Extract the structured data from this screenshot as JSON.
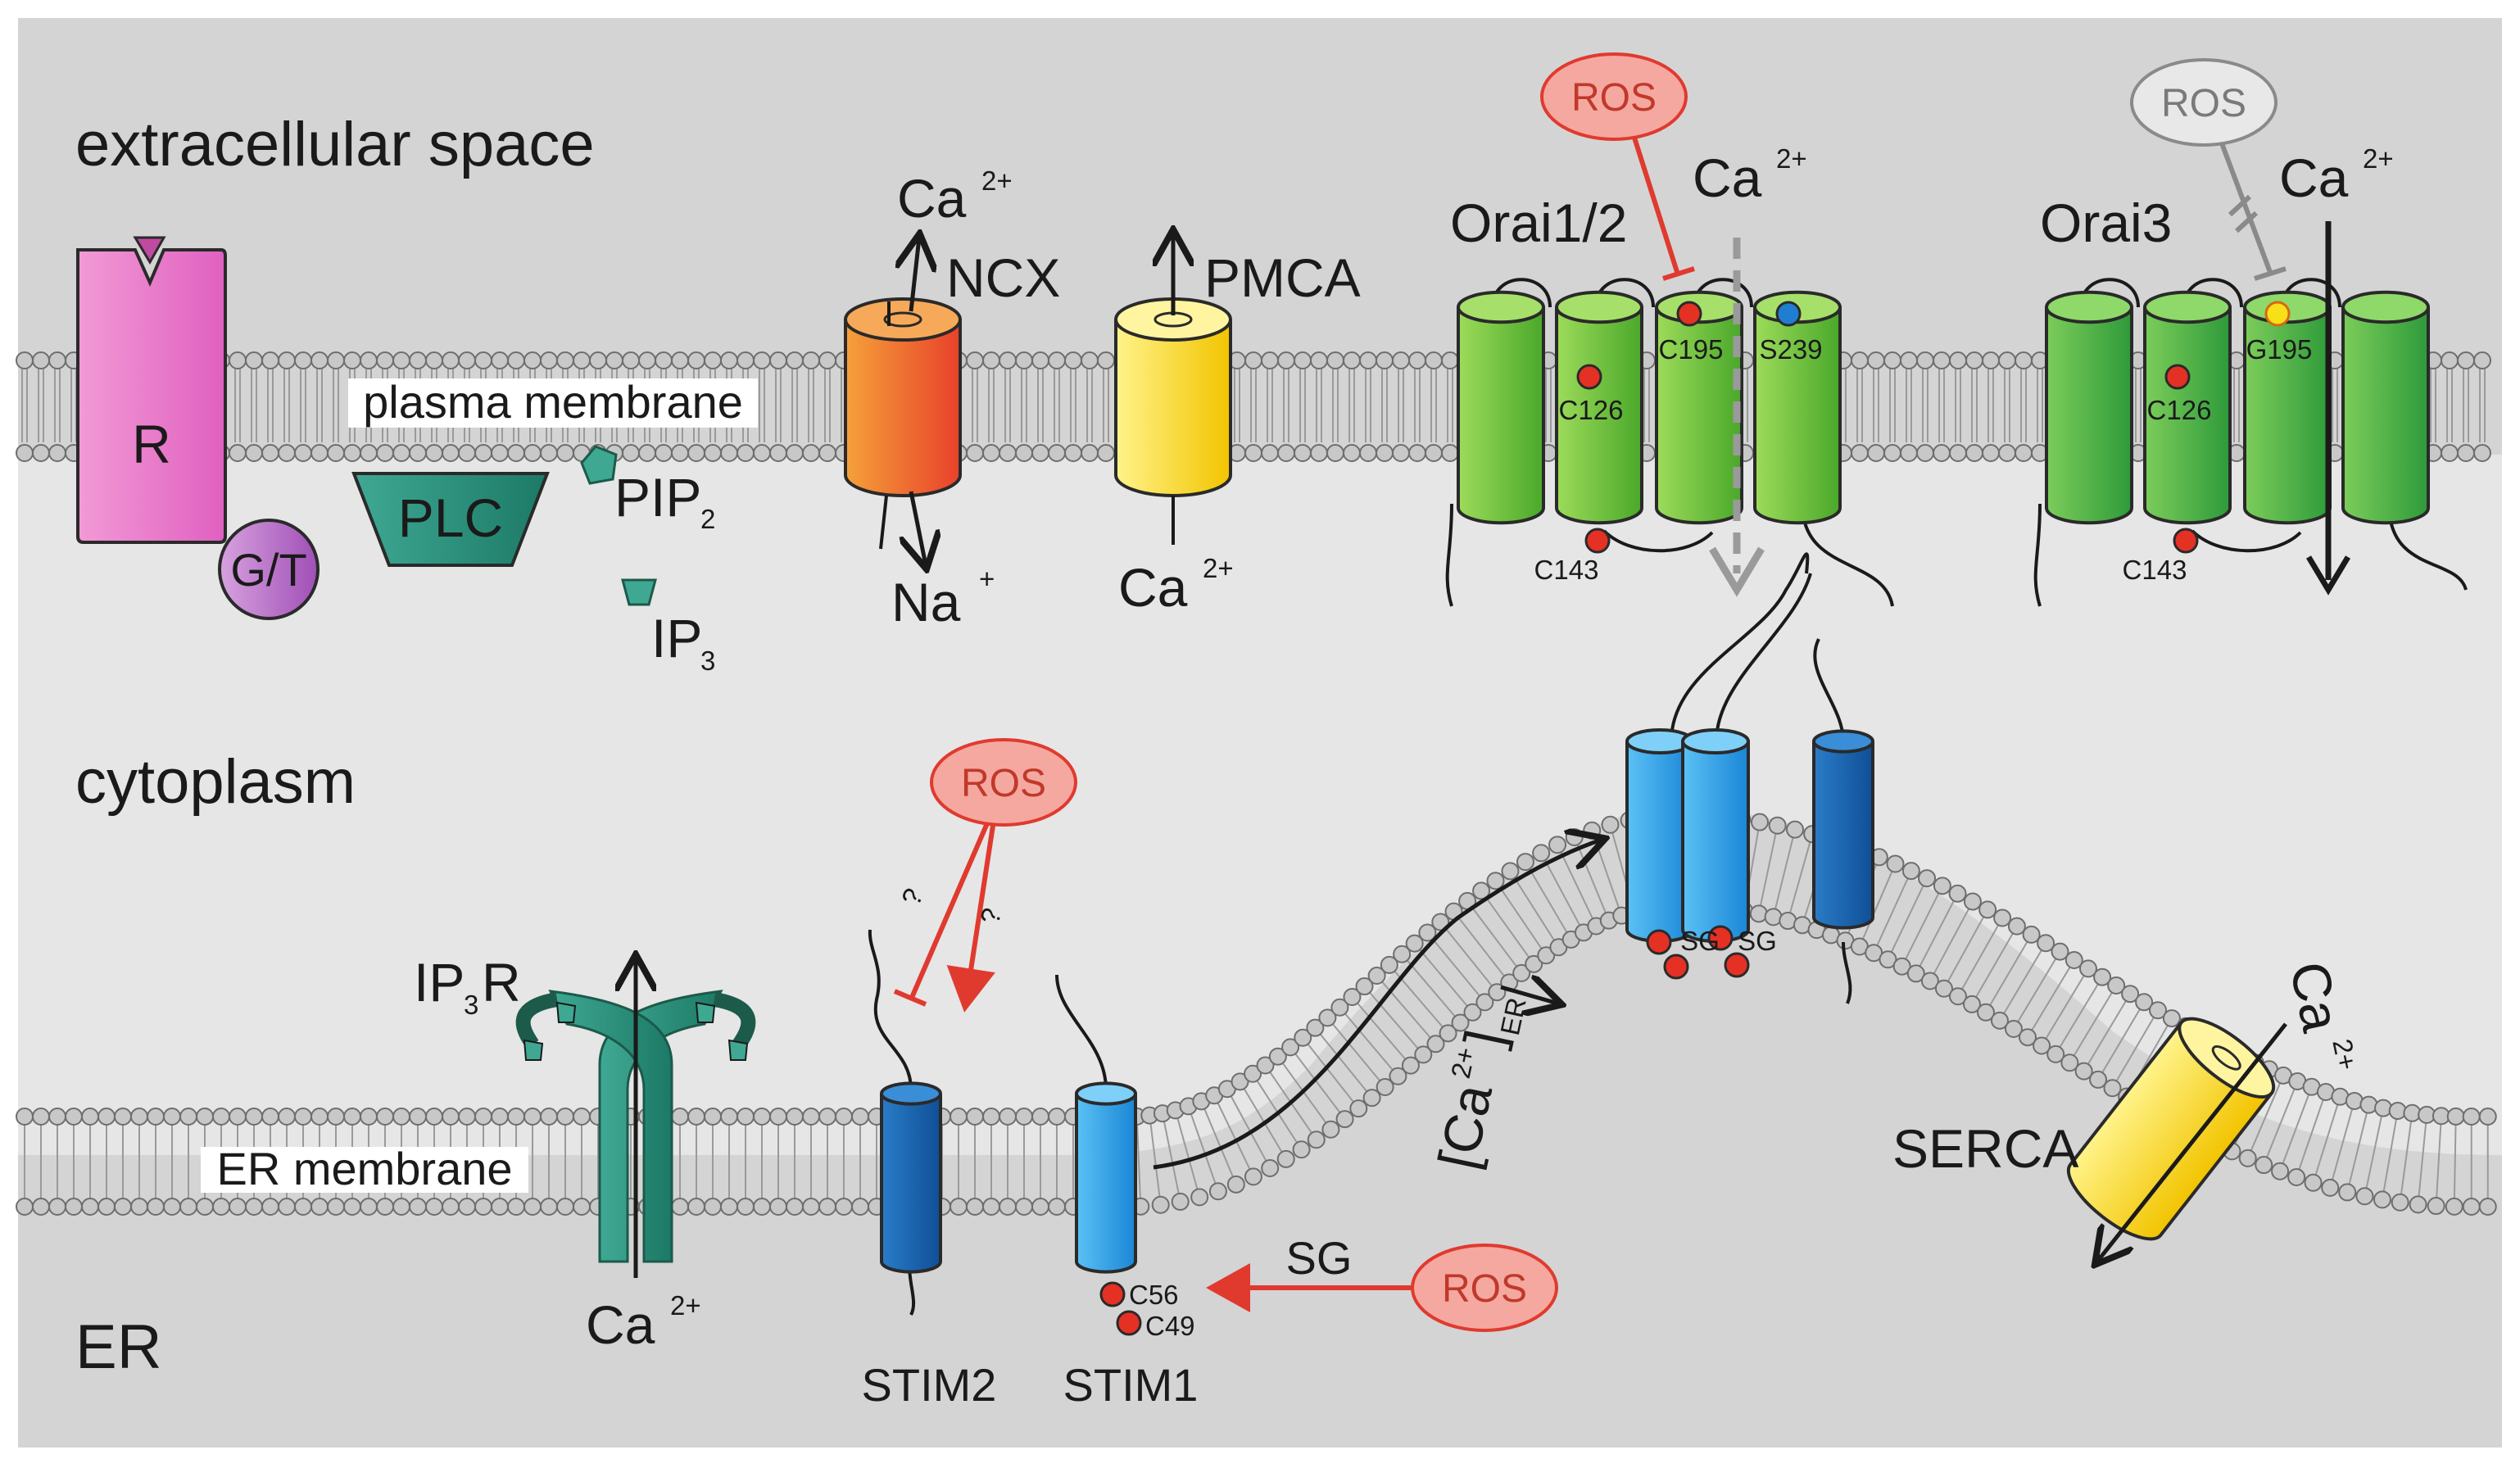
{
  "regions": {
    "extracellular": "extracellular space",
    "cytoplasm": "cytoplasm",
    "er": "ER"
  },
  "membranes": {
    "plasma": "plasma membrane",
    "er": "ER membrane"
  },
  "signaling": {
    "receptor": "R",
    "g_protein": "G/T",
    "plc": "PLC",
    "pip": "PIP",
    "pip_sub": "2",
    "ip": "IP",
    "ip_sub": "3"
  },
  "ncx": {
    "label": "NCX",
    "ca": "Ca",
    "ca_sup": "2+",
    "na": "Na",
    "na_sup": "+"
  },
  "pmca": {
    "label": "PMCA",
    "ca": "Ca",
    "ca_sup": "2+"
  },
  "orai12": {
    "label": "Orai1/2",
    "ros": "ROS",
    "ca": "Ca",
    "ca_sup": "2+",
    "c195": "C195",
    "s239": "S239",
    "c126": "C126",
    "c143": "C143"
  },
  "orai3": {
    "label": "Orai3",
    "ros": "ROS",
    "ca": "Ca",
    "ca_sup": "2+",
    "g195": "G195",
    "c126": "C126",
    "c143": "C143"
  },
  "stim": {
    "sg_left": "SG",
    "sg_right": "SG",
    "ros_top": "ROS",
    "q1": "?",
    "q2": "?",
    "stim2": "STIM2",
    "stim1": "STIM1",
    "c56": "C56",
    "c49": "C49",
    "sg_arrow": "SG",
    "ros_bottom": "ROS"
  },
  "er_calcium": {
    "bracket_open": "[Ca",
    "sup": "2+",
    "bracket_close": "]",
    "sub": "ER"
  },
  "ip3r": {
    "ip": "IP",
    "ip_sub": "3",
    "r": "R",
    "ca": "Ca",
    "ca_sup": "2+"
  },
  "serca": {
    "label": "SERCA",
    "ca": "Ca",
    "ca_sup": "2+"
  },
  "colors": {
    "background": "#d4d4d4",
    "cytoplasm": "#e6e6e6",
    "ros_red": "#e03a2f",
    "receptor_pink": "#e87fc9",
    "orai_green": "#5cb82e",
    "stim_blue": "#1f8fd6",
    "plc_teal": "#3fa893"
  }
}
